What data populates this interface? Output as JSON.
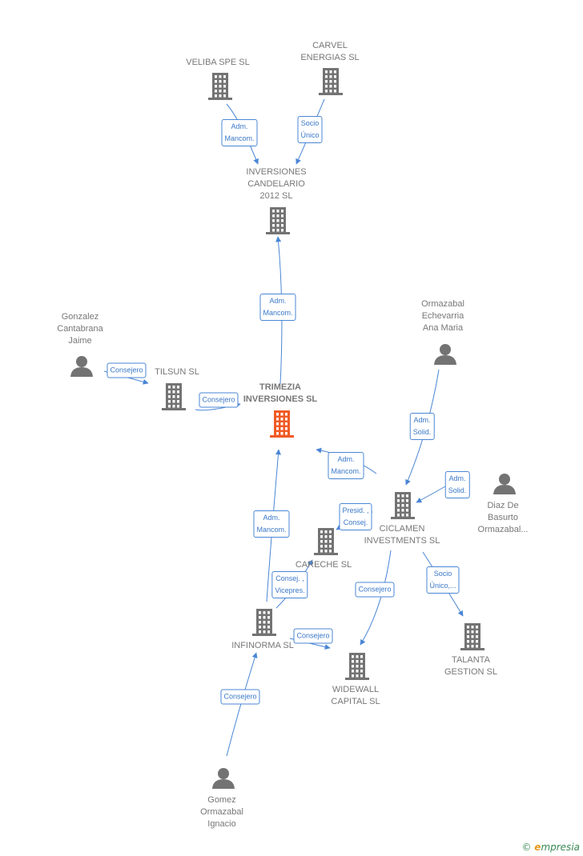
{
  "colors": {
    "company": "#737373",
    "main_company": "#f05b26",
    "person": "#737373",
    "edge": "#4a86d4",
    "label_text": "#777777"
  },
  "nodes": {
    "veliba": {
      "label": "VELIBA SPE SL",
      "type": "company"
    },
    "carvel": {
      "label": "CARVEL\nENERGIAS SL",
      "type": "company"
    },
    "candelario": {
      "label": "INVERSIONES\nCANDELARIO\n2012 SL",
      "type": "company"
    },
    "gonzalez": {
      "label": "Gonzalez\nCantabrana\nJaime",
      "type": "person"
    },
    "tilsun": {
      "label": "TILSUN SL",
      "type": "company"
    },
    "trimezia": {
      "label": "TRIMEZIA\nINVERSIONES SL",
      "type": "main"
    },
    "ormazabal_ana": {
      "label": "Ormazabal\nEchevarria\nAna Maria",
      "type": "person"
    },
    "diaz": {
      "label": "Diaz De\nBasurto\nOrmazabal...",
      "type": "person"
    },
    "ciclamen": {
      "label": "CICLAMEN\nINVESTMENTS SL",
      "type": "company"
    },
    "careche": {
      "label": "CARECHE SL",
      "type": "company"
    },
    "infinorma": {
      "label": "INFINORMA SL",
      "type": "company"
    },
    "widewall": {
      "label": "WIDEWALL\nCAPITAL SL",
      "type": "company"
    },
    "talanta": {
      "label": "TALANTA\nGESTION SL",
      "type": "company"
    },
    "gomez": {
      "label": "Gomez\nOrmazabal\nIgnacio",
      "type": "person"
    }
  },
  "edges": [
    {
      "from": "veliba",
      "to": "candelario",
      "label": "Adm.\nMancom."
    },
    {
      "from": "carvel",
      "to": "candelario",
      "label": "Socio\nÚnico"
    },
    {
      "from": "trimezia",
      "to": "candelario",
      "label": "Adm.\nMancom."
    },
    {
      "from": "gonzalez",
      "to": "tilsun",
      "label": "Consejero"
    },
    {
      "from": "tilsun",
      "to": "trimezia",
      "label": "Consejero"
    },
    {
      "from": "ormazabal_ana",
      "to": "ciclamen",
      "label": "Adm.\nSolid."
    },
    {
      "from": "ciclamen",
      "to": "trimezia",
      "label": "Adm.\nMancom."
    },
    {
      "from": "diaz",
      "to": "ciclamen",
      "label": "Adm.\nSolid."
    },
    {
      "from": "ciclamen",
      "to": "careche",
      "label": "Presid. ,\nConsej."
    },
    {
      "from": "infinorma",
      "to": "trimezia",
      "label": "Adm.\nMancom."
    },
    {
      "from": "infinorma",
      "to": "careche",
      "label": "Consej. ,\nVicepres."
    },
    {
      "from": "infinorma",
      "to": "widewall",
      "label": "Consejero"
    },
    {
      "from": "ciclamen",
      "to": "widewall",
      "label": "Consejero"
    },
    {
      "from": "ciclamen",
      "to": "talanta",
      "label": "Socio\nÚnico,..."
    },
    {
      "from": "gomez",
      "to": "infinorma",
      "label": "Consejero"
    }
  ],
  "footer": {
    "copyright": "©",
    "brand_initial": "e",
    "brand_rest": "mpresia"
  }
}
